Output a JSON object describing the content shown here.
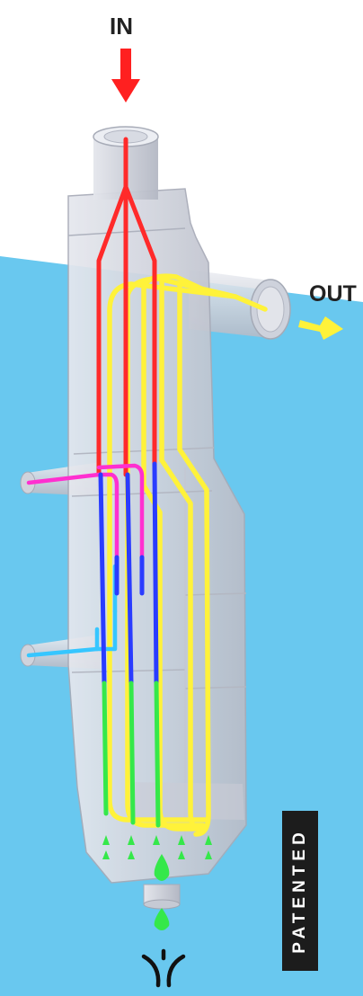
{
  "labels": {
    "in": "IN",
    "out": "OUT",
    "badge": "PATENTED"
  },
  "colors": {
    "water": "#69c8ef",
    "inlet_flow": "#ff2a2a",
    "outlet_flow": "#fff23a",
    "magenta_flow": "#ff2fd0",
    "blue_flow": "#2a3cff",
    "cyan_flow": "#36c6ff",
    "green_flow": "#35e84a",
    "badge": "#1c1c1c"
  },
  "icons": [
    "in-arrow-icon",
    "out-arrow-icon",
    "drain-icon"
  ]
}
